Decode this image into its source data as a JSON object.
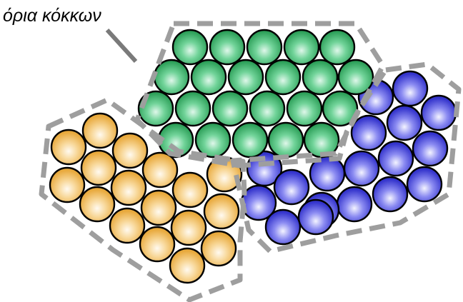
{
  "label": {
    "text": "όρια κόκκων"
  },
  "colors": {
    "green": "#2fae62",
    "yellow": "#e8a93c",
    "blue": "#3636d2",
    "boundary": "#9e9e9e"
  },
  "grains": [
    "green",
    "yellow",
    "blue"
  ]
}
